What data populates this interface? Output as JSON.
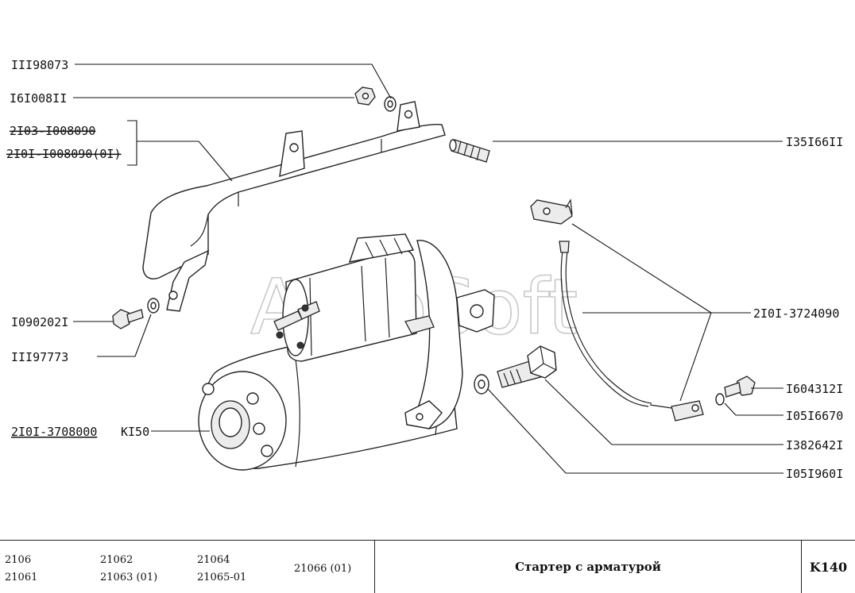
{
  "watermark": "AutoSoft",
  "labels": {
    "p111198073": "III98073",
    "p16100811": "I6I008II",
    "p2103_1008090": "2I03-I008090",
    "p2101_1008090": "2I0I-I008090(0I)",
    "p1090202": "I090202I",
    "p111197773": "III97773",
    "p2101_3708000": "2I0I-3708000",
    "pK150": "KI50",
    "p13516611": "I35I66II",
    "p2101_3724090": "2I0I-3724090",
    "p1604312": "I604312I",
    "p1051667": "I05I6670",
    "p1382642": "I382642I",
    "p1051960": "I05I960I"
  },
  "footer": {
    "models": [
      "2106",
      "21061",
      "21062",
      "21063 (01)",
      "21064",
      "21065-01",
      "21066 (01)"
    ],
    "title": "Стартер с арматурой",
    "code": "K140"
  }
}
